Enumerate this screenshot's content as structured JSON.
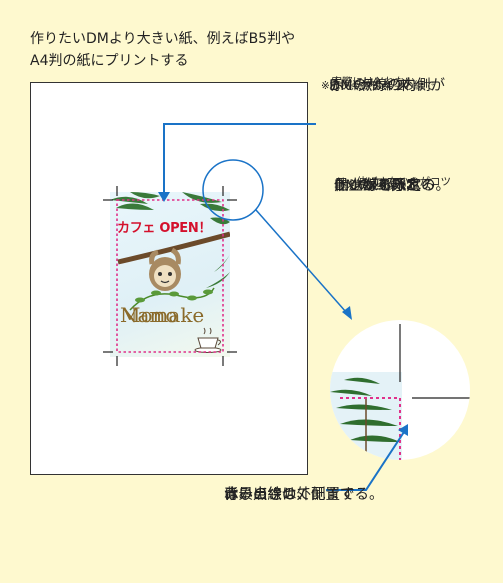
{
  "title": {
    "line1": "作りたいDMより大きい紙、例えばB5判や",
    "line2": "A4判の紙にプリントする"
  },
  "note_red_line": {
    "line1": "赤い点線の内側が",
    "line2": "DMのサイズ",
    "sub1": "※赤い点線は架空の線で",
    "sub2": "　実際には入れない"
  },
  "note_trim_marks": {
    "line1": "仕上がる予定の",
    "line2": "DMの四隅に",
    "line3": "トンボと呼ぶ",
    "line4": "黒い線を入れる。",
    "sub1": "※赤い点線まで",
    "sub2": "　伸ばさないのがコツ"
  },
  "note_bleed": {
    "line1": "背景の絵は、",
    "line2": "赤い点線の外側まで",
    "line3": "はみ出させて配置する。"
  },
  "card": {
    "headline": "カフェ OPEN！",
    "logo_line1": "Namake",
    "logo_line2": "Mono"
  },
  "colors": {
    "background": "#FEF9CF",
    "callout": "#1a73c7",
    "dotted_line": "#e0308a",
    "headline": "#d4102c",
    "leaf": "#3a7a3a"
  }
}
